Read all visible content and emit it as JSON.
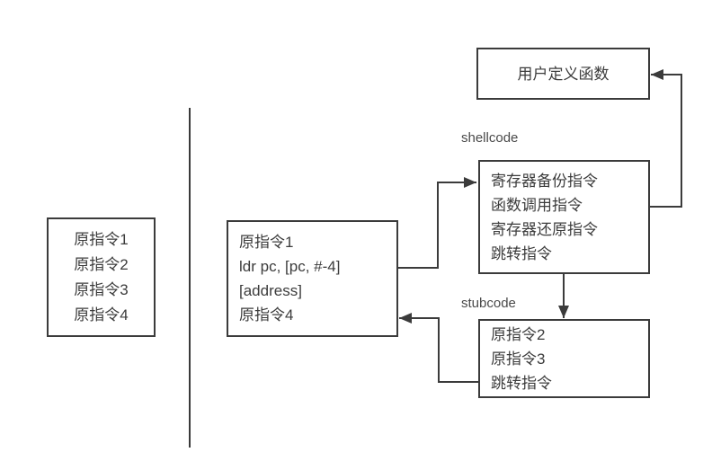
{
  "diagram": {
    "left_box": {
      "lines": [
        "原指令1",
        "原指令2",
        "原指令3",
        "原指令4"
      ]
    },
    "patched_box": {
      "lines": [
        "原指令1",
        "ldr pc, [pc, #-4]",
        "[address]",
        "原指令4"
      ]
    },
    "user_function_box": {
      "label": "用户定义函数"
    },
    "shellcode_label": "shellcode",
    "shellcode_box": {
      "lines": [
        "寄存器备份指令",
        "函数调用指令",
        "寄存器还原指令",
        "跳转指令"
      ]
    },
    "stubcode_label": "stubcode",
    "stubcode_box": {
      "lines": [
        "原指令2",
        "原指令3",
        "跳转指令"
      ]
    },
    "colors": {
      "stroke": "#3b3b3b",
      "text": "#3c3c3c",
      "background": "#ffffff"
    }
  }
}
